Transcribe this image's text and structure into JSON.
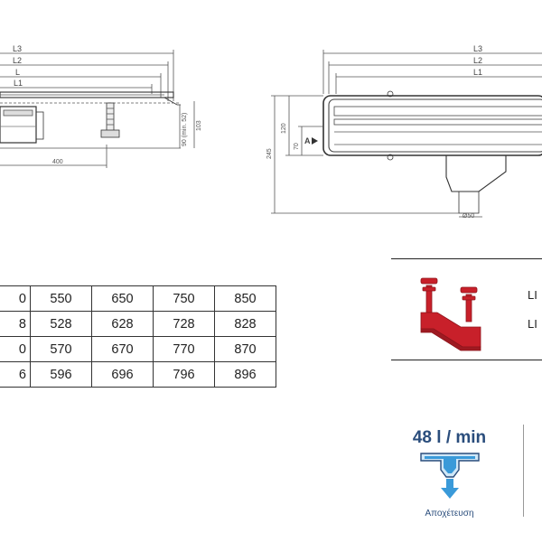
{
  "side_drawing": {
    "dims": {
      "l3": "L3",
      "l2": "L2",
      "l": "L",
      "l1": "L1",
      "w400": "400",
      "h90": "90 (min. 52)",
      "h103": "103"
    }
  },
  "front_drawing": {
    "dims": {
      "l3": "L3",
      "l2": "L2",
      "l1": "L1",
      "a": "A",
      "h120": "120",
      "h70": "70",
      "h245": "245",
      "d50": "Ø50"
    }
  },
  "size_table": {
    "rows": [
      [
        "0",
        "550",
        "650",
        "750",
        "850"
      ],
      [
        "8",
        "528",
        "628",
        "728",
        "828"
      ],
      [
        "0",
        "570",
        "670",
        "770",
        "870"
      ],
      [
        "6",
        "596",
        "696",
        "796",
        "896"
      ]
    ]
  },
  "accessory": {
    "label_1": "LI",
    "label_2": "LI"
  },
  "flow": {
    "rate": "48 l / min",
    "caption": "Αποχέτευση"
  },
  "colors": {
    "line": "#333333",
    "accent": "#2a4d7c",
    "bracket": "#c8202a",
    "water": "#3a9ad9"
  }
}
